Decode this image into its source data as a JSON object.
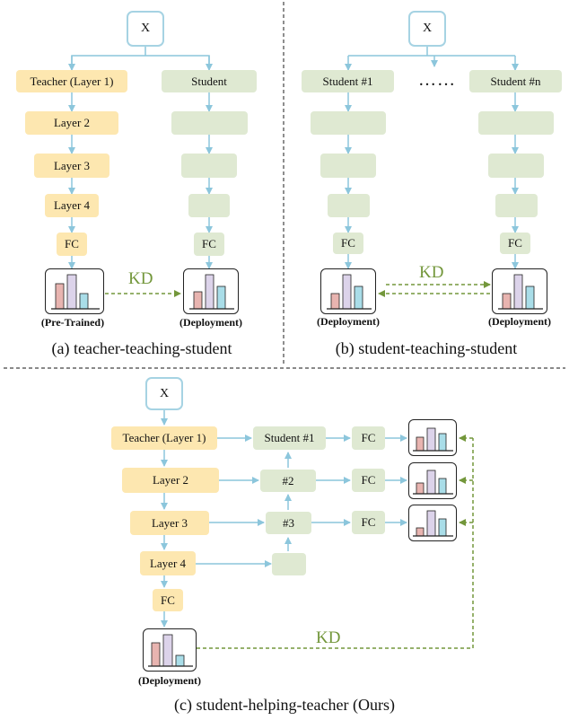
{
  "panel_a": {
    "input": "X",
    "teacher_layer1": "Teacher (Layer 1)",
    "layer2": "Layer 2",
    "layer3": "Layer 3",
    "layer4": "Layer 4",
    "fc_teacher": "FC",
    "student": "Student",
    "fc_student": "FC",
    "kd": "KD",
    "caption_left": "(Pre-Trained)",
    "caption_right": "(Deployment)",
    "subtitle": "(a) teacher-teaching-student"
  },
  "panel_b": {
    "input": "X",
    "student1": "Student #1",
    "ellipsis": "……",
    "studentn": "Student #n",
    "fc_left": "FC",
    "fc_right": "FC",
    "kd": "KD",
    "caption_left": "(Deployment)",
    "caption_right": "(Deployment)",
    "subtitle": "(b) student-teaching-student"
  },
  "panel_c": {
    "input": "X",
    "teacher_layer1": "Teacher (Layer 1)",
    "layer2": "Layer 2",
    "layer3": "Layer 3",
    "layer4": "Layer 4",
    "fc_teacher": "FC",
    "student1": "Student #1",
    "s2": "#2",
    "s3": "#3",
    "fc1": "FC",
    "fc2": "FC",
    "fc3": "FC",
    "kd": "KD",
    "caption": "(Deployment)",
    "subtitle": "(c) student-helping-teacher (Ours)"
  },
  "colors": {
    "teacher_fill": "#fde7b0",
    "student_fill": "#dfe9d2",
    "arrow_blue": "#8cc6dc",
    "kd_green": "#73973b",
    "bar_pink": "#e8b4b0",
    "bar_lavender": "#dcd3ea",
    "bar_cyan": "#a9dde8"
  }
}
